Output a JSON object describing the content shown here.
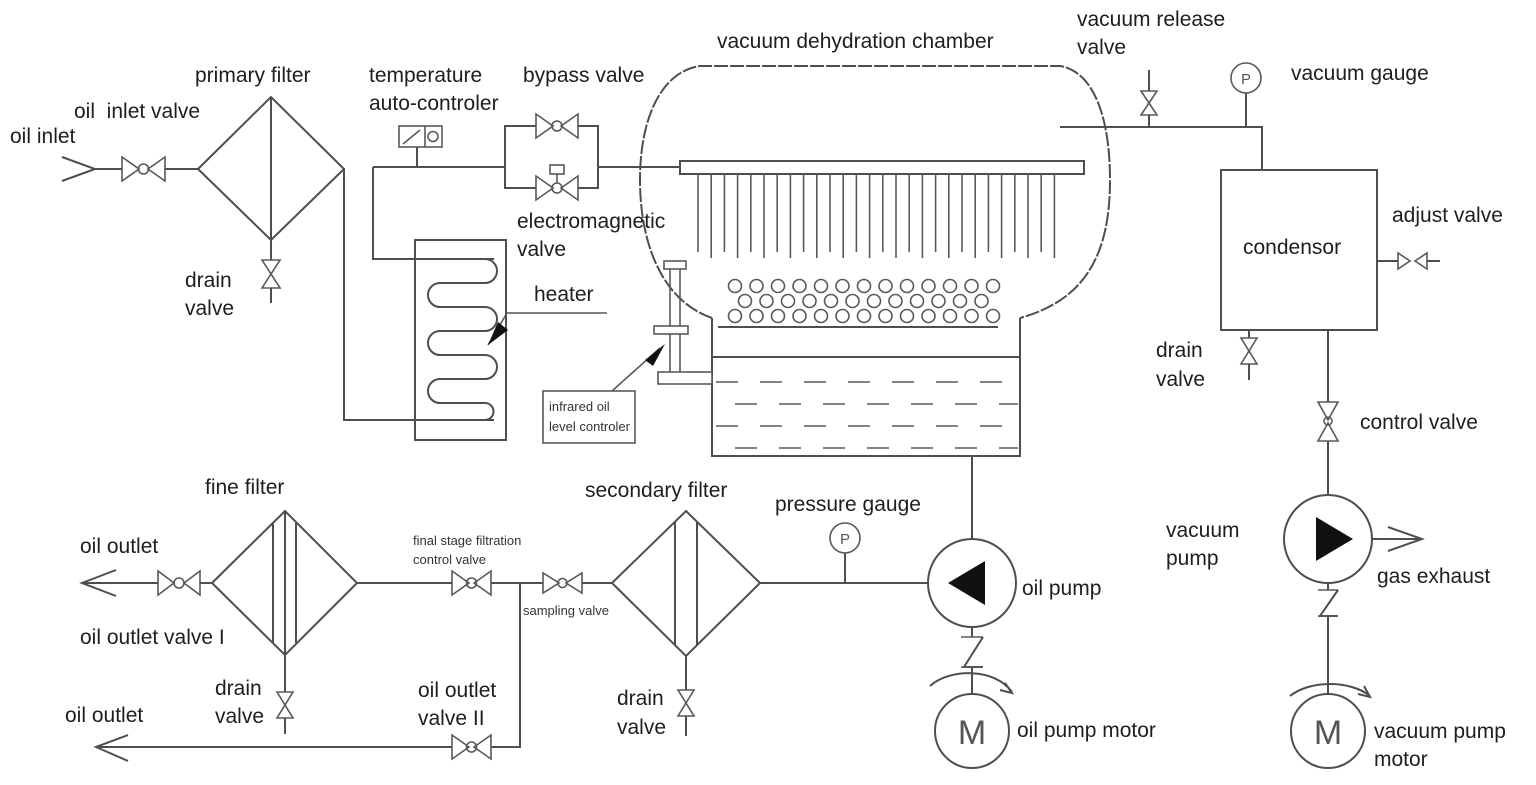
{
  "diagram": {
    "title": "Vacuum oil dehydration system schematic",
    "labels": {
      "oil_inlet": "oil inlet",
      "oil_inlet_valve": "oil  inlet valve",
      "primary_filter": "primary filter",
      "primary_drain_valve_l1": "drain",
      "primary_drain_valve_l2": "valve",
      "temp_controller_l1": "temperature",
      "temp_controller_l2": "auto-controler",
      "bypass_valve": "bypass valve",
      "electromagnetic_valve_l1": "electromagnetic",
      "electromagnetic_valve_l2": "valve",
      "heater": "heater",
      "infrared_l1": "infrared oil",
      "infrared_l2": "level controler",
      "chamber": "vacuum dehydration chamber",
      "vacuum_release_l1": "vacuum release",
      "vacuum_release_l2": "valve",
      "vacuum_gauge": "vacuum gauge",
      "condensor": "condensor",
      "adjust_valve": "adjust valve",
      "condensor_drain_l1": "drain",
      "condensor_drain_l2": "valve",
      "control_valve": "control valve",
      "vacuum_pump_l1": "vacuum",
      "vacuum_pump_l2": "pump",
      "gas_exhaust": "gas exhaust",
      "vacuum_pump_motor_l1": "vacuum pump",
      "vacuum_pump_motor_l2": "motor",
      "fine_filter": "fine filter",
      "oil_outlet_1": "oil outlet",
      "oil_outlet_valve_1": "oil outlet valve I",
      "fine_drain_l1": "drain",
      "fine_drain_l2": "valve",
      "oil_outlet_2": "oil outlet",
      "oil_outlet_valve_2_l1": "oil outlet",
      "oil_outlet_valve_2_l2": "valve II",
      "final_stage_l1": "final stage filtration",
      "final_stage_l2": "control valve",
      "sampling_valve": "sampling valve",
      "secondary_filter": "secondary filter",
      "secondary_drain_l1": "drain",
      "secondary_drain_l2": "valve",
      "pressure_gauge": "pressure gauge",
      "oil_pump": "oil pump",
      "oil_pump_motor": "oil pump motor"
    },
    "symbols": {
      "gauge_letter": "P",
      "motor_letter": "M"
    }
  }
}
